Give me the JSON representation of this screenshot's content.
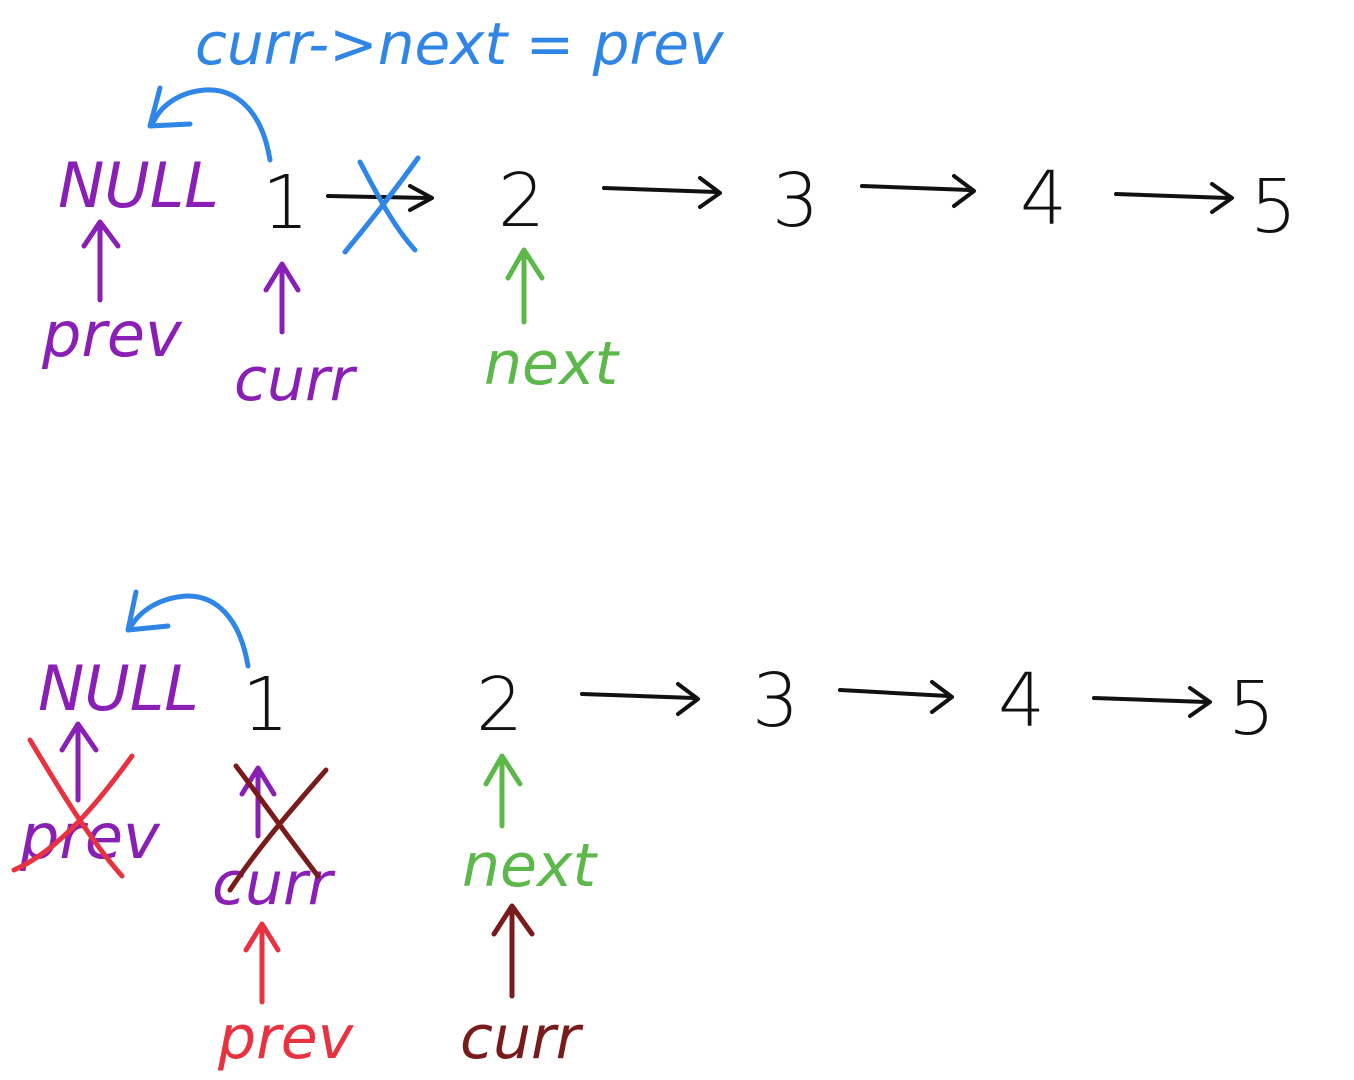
{
  "colors": {
    "node": "#111111",
    "prev": "#8a1fb5",
    "next": "#5cb84a",
    "link_op": "#2f86e6",
    "new_prev": "#e8323f",
    "new_curr": "#7a1b1b"
  },
  "top": {
    "annotation": "curr->next = prev",
    "null_label": "NULL",
    "nodes": [
      "1",
      "2",
      "3",
      "4",
      "5"
    ],
    "prev_label": "prev",
    "curr_label": "curr",
    "next_label": "next"
  },
  "bottom": {
    "null_label": "NULL",
    "nodes": [
      "1",
      "2",
      "3",
      "4",
      "5"
    ],
    "prev_label": "prev",
    "curr_label": "curr",
    "next_label": "next",
    "new_prev_label": "prev",
    "new_curr_label": "curr"
  }
}
